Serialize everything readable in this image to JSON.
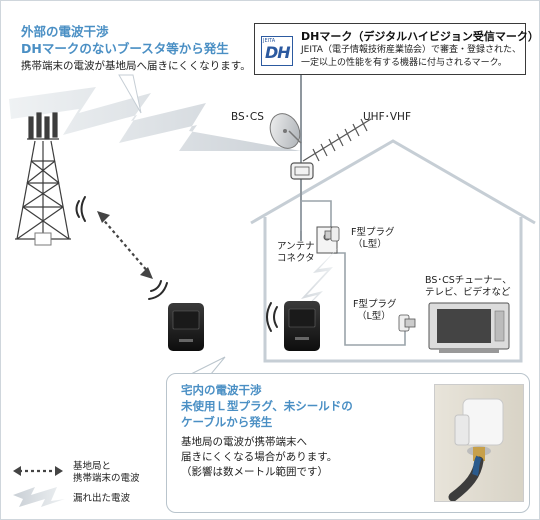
{
  "external_note": {
    "title_line1": "外部の電波干渉",
    "title_line2": "DHマークのないブースタ等から発生",
    "body": "携帯端末の電波が基地局へ届きにくくなります。"
  },
  "dh_mark": {
    "logo_small": "JEITA",
    "logo_text": "DH",
    "title": "DHマーク（デジタルハイビジョン受信マーク）",
    "desc_line1": "JEITA（電子情報技術産業協会）で審査・登録された、",
    "desc_line2": "一定以上の性能を有する機器に付与されるマーク。"
  },
  "labels": {
    "bs_cs": "BS･CS",
    "uhf_vhf": "UHF･VHF",
    "antenna_connector_1": "アンテナ",
    "antenna_connector_2": "コネクタ",
    "f_plug_top_1": "F型プラグ",
    "f_plug_top_2": "（L型）",
    "f_plug_mid_1": "F型プラグ",
    "f_plug_mid_2": "（L型）",
    "tuner_1": "BS･CSチューナー、",
    "tuner_2": "テレビ、ビデオなど"
  },
  "inner_note": {
    "title_line1": "宅内の電波干渉",
    "title_line2": "未使用Ｌ型プラグ、未シールドの",
    "title_line3": "ケーブルから発生",
    "body_line1": "基地局の電波が携帯端末へ",
    "body_line2": "届きにくくなる場合があります。",
    "body_line3": "（影響は数メートル範囲です）"
  },
  "legend": {
    "arrow_line1": "基地局と",
    "arrow_line2": "携帯端末の電波",
    "leak": "漏れ出た電波"
  },
  "colors": {
    "accent_blue": "#4a8fc4",
    "wave_gray": "#d9dde1",
    "house_line": "#c6ced5",
    "cable": "#9aa3aa"
  }
}
